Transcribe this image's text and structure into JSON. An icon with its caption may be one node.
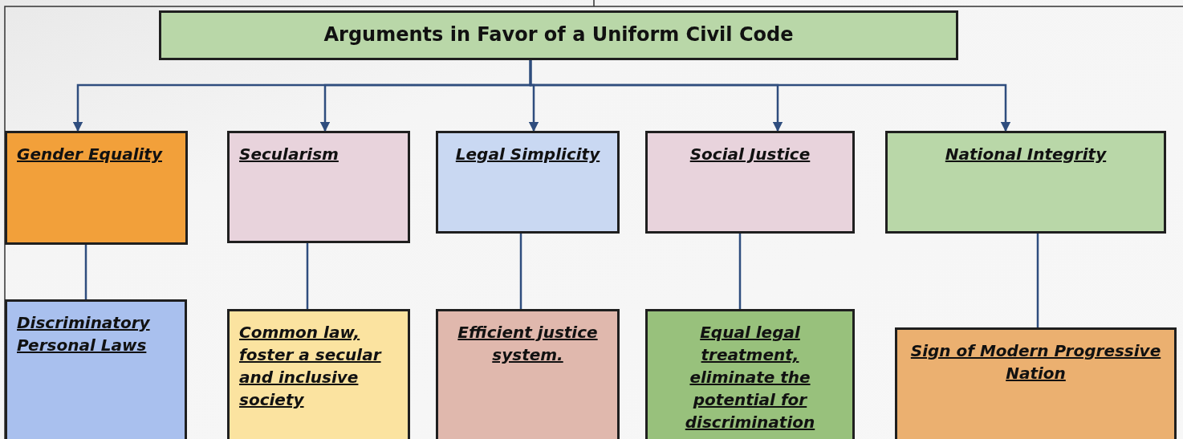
{
  "diagram": {
    "nodes": [
      {
        "text": [
          "Arguments in Favor of a Uniform Civil Code"
        ]
      },
      {
        "text": [
          "Gender Equality"
        ]
      },
      {
        "text": [
          "Secularism"
        ]
      },
      {
        "text": [
          "Legal Simplicity"
        ]
      },
      {
        "text": [
          "Social Justice"
        ]
      },
      {
        "text": [
          "National Integrity"
        ]
      },
      {
        "text": [
          "Discriminatory Personal Laws"
        ]
      },
      {
        "text": [
          "Common law, foster a secular and inclusive society"
        ]
      },
      {
        "text": [
          "Efficient justice system."
        ]
      },
      {
        "text": [
          "Equal legal treatment, eliminate the potential for discrimination"
        ]
      },
      {
        "text": [
          "Sign of Modern Progressive Nation"
        ]
      }
    ],
    "edges": [
      {
        "from": 0,
        "to": 1,
        "arrow": "to"
      },
      {
        "from": 0,
        "to": 2,
        "arrow": "to"
      },
      {
        "from": 0,
        "to": 3,
        "arrow": "to"
      },
      {
        "from": 0,
        "to": 4,
        "arrow": "to"
      },
      {
        "from": 0,
        "to": 5,
        "arrow": "to"
      },
      {
        "from": 1,
        "to": 6,
        "arrow": "none"
      },
      {
        "from": 2,
        "to": 7,
        "arrow": "none"
      },
      {
        "from": 3,
        "to": 8,
        "arrow": "none"
      },
      {
        "from": 4,
        "to": 9,
        "arrow": "none"
      },
      {
        "from": 5,
        "to": 10,
        "arrow": "none"
      }
    ]
  }
}
